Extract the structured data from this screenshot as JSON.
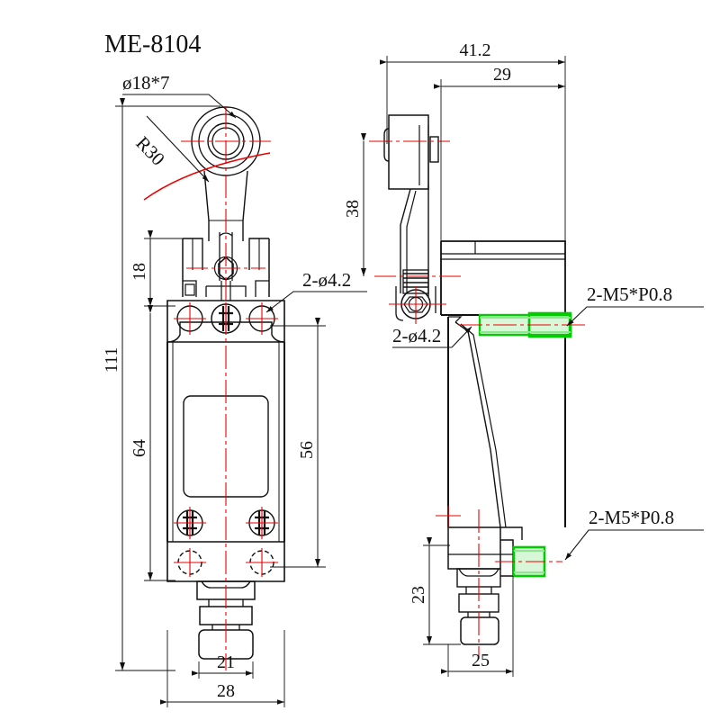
{
  "drawing": {
    "part_number": "ME-8104",
    "type": "mechanical-engineering-drawing",
    "description": "Limit switch with roller lever - front view and side view",
    "colors": {
      "outline": "#111111",
      "centerline": "#ee0000",
      "thread_highlight": "#00cc00",
      "thread_highlight_fill": "#b6f2b6",
      "dimension": "#111111",
      "background": "#ffffff"
    }
  },
  "labels": {
    "title": "ME-8104",
    "roller_spec": "ø18*7",
    "radius": "R30",
    "hole_front": "2-ø4.2",
    "hole_side": "2-ø4.2",
    "thread_upper": "2-M5*P0.8",
    "thread_lower": "2-M5*P0.8"
  },
  "dimensions": {
    "front_view": {
      "overall_height": "111",
      "lever_offset": "18",
      "body_height": "64",
      "body_height_right": "56",
      "gland_width": "21",
      "overall_width": "28"
    },
    "side_view": {
      "overall_depth": "41.2",
      "body_depth": "29",
      "lever_height": "38",
      "gland_height": "23",
      "base_depth": "25"
    }
  }
}
